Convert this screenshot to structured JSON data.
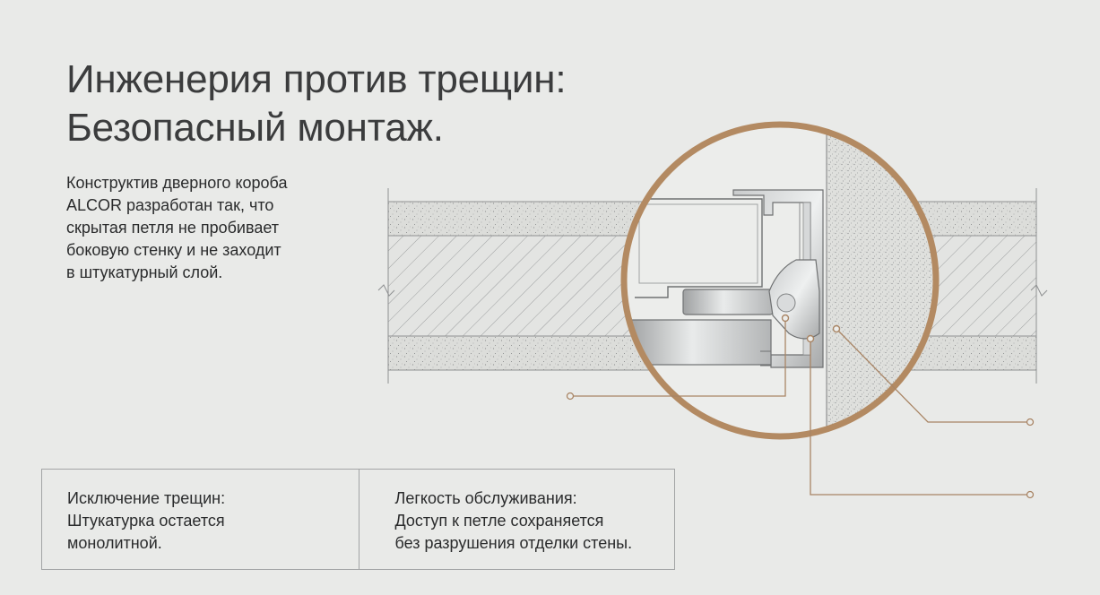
{
  "title": {
    "line1": "Инженерия против трещин:",
    "line2": "Безопасный монтаж."
  },
  "description": {
    "lines": [
      "Конструктив дверного короба",
      "ALCOR разработан так, что",
      "скрытая петля не пробивает",
      "боковую стенку и не заходит",
      "в штукатурный слой."
    ]
  },
  "features": [
    {
      "heading": "Исключение трещин:",
      "lines": [
        "Штукатурка остается",
        "монолитной."
      ]
    },
    {
      "heading": "Легкость обслуживания:",
      "lines": [
        "Доступ к петле сохраняется",
        "без разрушения отделки стены."
      ]
    }
  ],
  "colors": {
    "background": "#e9eae8",
    "accent_ring": "#b38a62",
    "callout_line": "#a98565",
    "text": "#2f3031"
  }
}
